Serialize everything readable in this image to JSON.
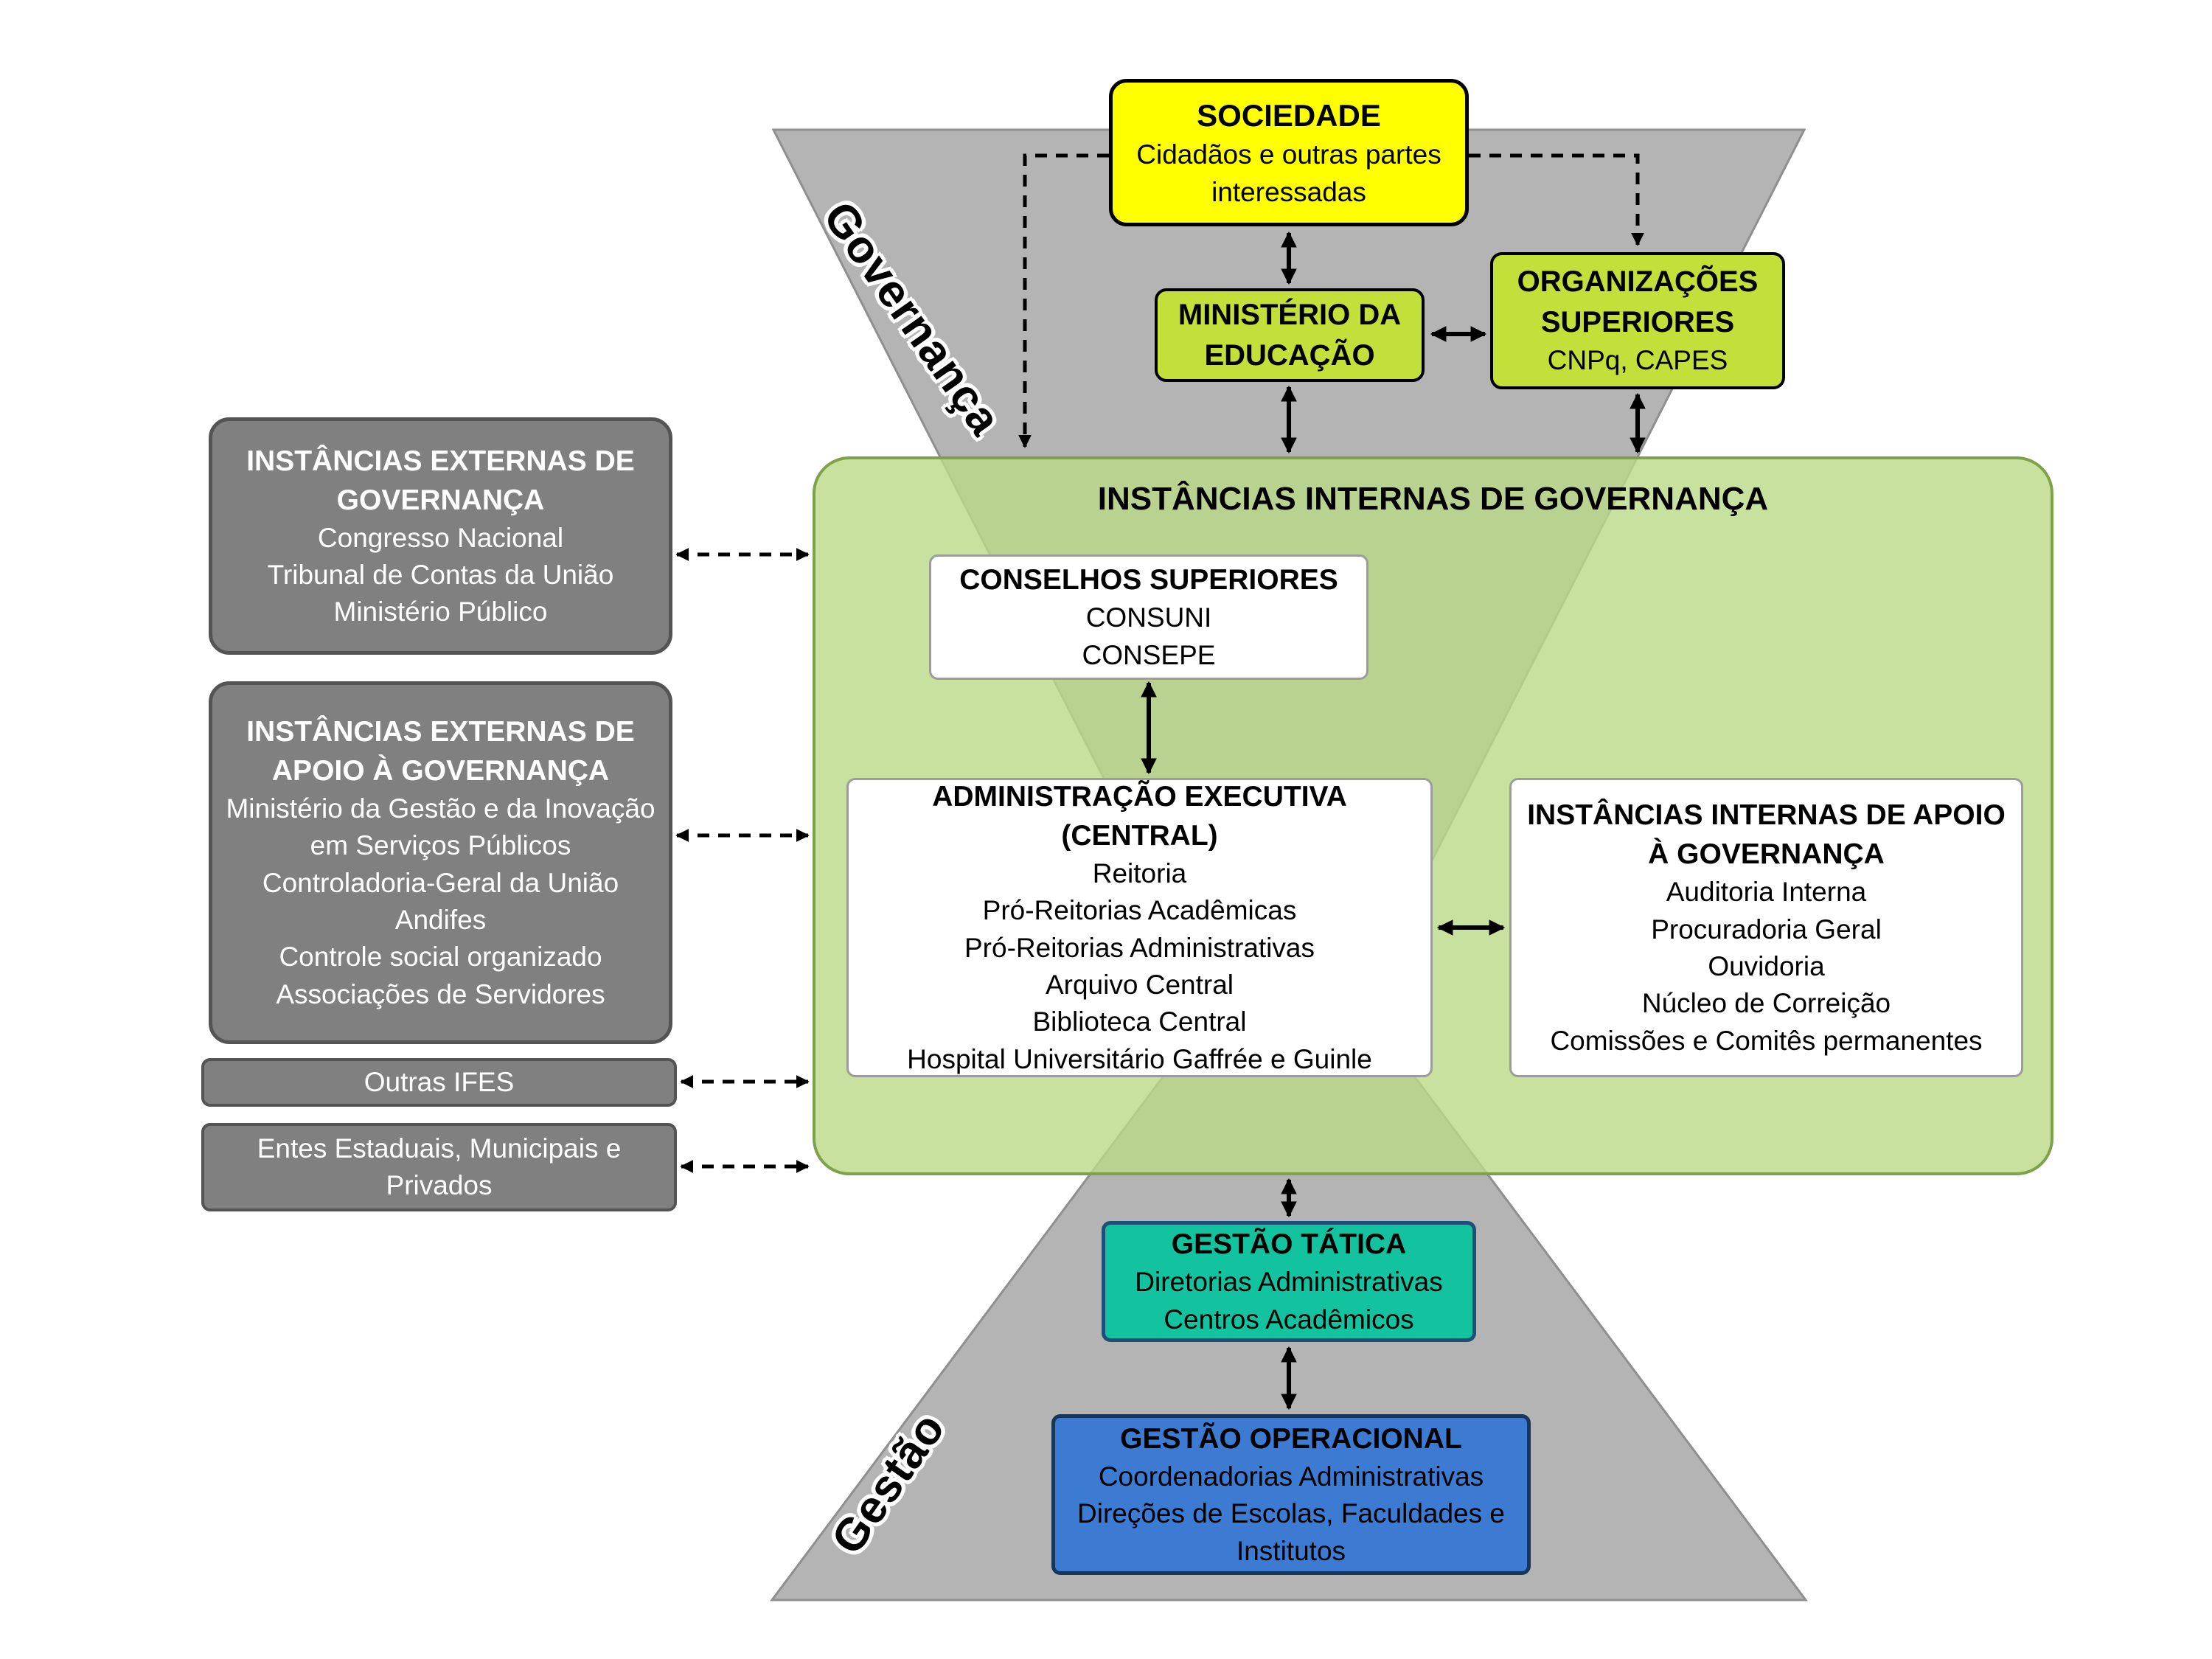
{
  "diagram": {
    "governance_zone_label": "Governança",
    "management_zone_label": "Gestão",
    "sociedade": {
      "title": "SOCIEDADE",
      "subtitle": "Cidadãos e outras partes interessadas"
    },
    "mec": {
      "title": "MINISTÉRIO DA EDUCAÇÃO"
    },
    "org_superiores": {
      "title": "ORGANIZAÇÕES SUPERIORES",
      "subtitle": "CNPq, CAPES"
    },
    "externas_governanca": {
      "title": "INSTÂNCIAS EXTERNAS DE GOVERNANÇA",
      "items": [
        "Congresso Nacional",
        "Tribunal de Contas da União",
        "Ministério Público"
      ]
    },
    "externas_apoio": {
      "title": "INSTÂNCIAS EXTERNAS DE APOIO À GOVERNANÇA",
      "items": [
        "Ministério da Gestão e da Inovação em Serviços Públicos",
        "Controladoria-Geral da União",
        "Andifes",
        "Controle social organizado",
        "Associações de Servidores"
      ]
    },
    "outras_ifes": {
      "title": "Outras IFES"
    },
    "entes": {
      "title": "Entes Estaduais, Municipais e Privados"
    },
    "internas_governanca_title": "INSTÂNCIAS INTERNAS DE GOVERNANÇA",
    "conselhos": {
      "title": "CONSELHOS SUPERIORES",
      "items": [
        "CONSUNI",
        "CONSEPE"
      ]
    },
    "admin_executiva": {
      "title": "ADMINISTRAÇÃO EXECUTIVA (CENTRAL)",
      "items": [
        "Reitoria",
        "Pró-Reitorias Acadêmicas",
        "Pró-Reitorias Administrativas",
        "Arquivo Central",
        "Biblioteca Central",
        "Hospital Universitário Gaffrée e Guinle"
      ]
    },
    "internas_apoio": {
      "title": "INSTÂNCIAS INTERNAS DE APOIO À GOVERNANÇA",
      "items": [
        "Auditoria Interna",
        "Procuradoria Geral",
        "Ouvidoria",
        "Núcleo de Correição",
        "Comissões e Comitês permanentes"
      ]
    },
    "gestao_tatica": {
      "title": "GESTÃO TÁTICA",
      "items": [
        "Diretorias Administrativas",
        "Centros Acadêmicos"
      ]
    },
    "gestao_operacional": {
      "title": "GESTÃO OPERACIONAL",
      "items": [
        "Coordenadorias Administrativas",
        "Direções de Escolas, Faculdades e Institutos"
      ]
    },
    "colors": {
      "yellow": "#ffff00",
      "yellow_green": "#c3df3a",
      "gray_box": "#808080",
      "triangle_gray": "#b4b4b4",
      "green_area": "#bad987",
      "teal": "#13c29e",
      "blue": "#3d7ad1",
      "white_box": "#ffffff"
    }
  }
}
